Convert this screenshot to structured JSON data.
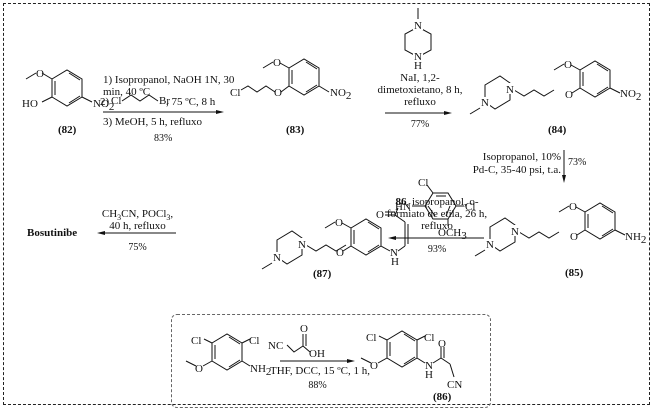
{
  "scheme": {
    "title": "Bosutinib synthesis route",
    "compounds": {
      "c82": {
        "label": "(82)",
        "groups": {
          "methoxy": "O",
          "hydroxy": "HO",
          "nitro": "NO",
          "nitro_sub": "2"
        }
      },
      "c83": {
        "label": "(83)",
        "groups": {
          "chloro": "Cl",
          "ether_o": "O",
          "methoxy": "O",
          "nitro": "NO",
          "nitro_sub": "2"
        }
      },
      "c84": {
        "label": "(84)",
        "groups": {
          "n1": "N",
          "n2": "N",
          "ether_o": "O",
          "methoxy": "O",
          "nitro": "NO",
          "nitro_sub": "2"
        }
      },
      "c85": {
        "label": "(85)",
        "groups": {
          "n1": "N",
          "n2": "N",
          "ether_o": "O",
          "methoxy": "O",
          "amine": "NH",
          "amine_sub": "2"
        }
      },
      "c86": {
        "label": "(86)",
        "groups": {
          "cl1": "Cl",
          "cl2": "Cl",
          "methoxy": "O",
          "nh_n": "N",
          "nh_h": "H",
          "carbonyl_o": "O",
          "nitrile": "CN"
        }
      },
      "c87": {
        "label": "(87)",
        "groups": {
          "n1": "N",
          "n2": "N",
          "ether_o": "O",
          "methoxy": "O",
          "nh_n": "N",
          "nh_h": "H",
          "carbonyl_o": "O",
          "amide_nh": "HN",
          "cl1": "Cl",
          "cl2": "Cl",
          "och3": "OCH",
          "och3_sub": "3"
        }
      },
      "aniline": {
        "groups": {
          "cl1": "Cl",
          "cl2": "Cl",
          "methoxy": "O",
          "amine": "NH",
          "amine_sub": "2"
        }
      },
      "cyanoacetic_acid": {
        "groups": {
          "nitrile": "NC",
          "carbonyl_o": "O",
          "hydroxy": "OH"
        }
      },
      "methylpiperazine": {
        "groups": {
          "n_top": "N",
          "n_bottom": "N",
          "h": "H"
        }
      },
      "bromochloropropane": {
        "groups": {
          "cl": "Cl",
          "br": "Br"
        }
      },
      "product": {
        "name": "Bosutinibe"
      }
    },
    "steps": {
      "step1": {
        "line1": "1) Isopropanol, NaOH 1N, 30",
        "line2": "min, 40 ºC",
        "line3_prefix": "2)",
        "line3_suffix": ", 75 ºC, 8 h",
        "line4": "3) MeOH, 5 h, refluxo",
        "yield": "83%"
      },
      "step2": {
        "line1": "NaI, 1,2-",
        "line2": "dimetoxietano, 8 h,",
        "line3": "refluxo",
        "yield": "77%"
      },
      "step3": {
        "line1": "Isopropanol, 10%",
        "line2": "Pd-C, 35-40 psi, t.a.",
        "yield": "73%"
      },
      "step4": {
        "reagent_bold": "86",
        "line1_rest": ", isopropanol, o-",
        "line2": "formiato de etila, 26 h,",
        "line3": "refluxo",
        "yield": "93%"
      },
      "step5": {
        "line1": "CH",
        "line1_sub": "3",
        "line1_rest": "CN, POCl",
        "line1_sub2": "3",
        "line1_end": ",",
        "line2": "40 h, refluxo",
        "yield": "75%"
      },
      "step6": {
        "line1": "THF, DCC, 15 ºC, 1 h,",
        "yield": "88%"
      }
    }
  }
}
